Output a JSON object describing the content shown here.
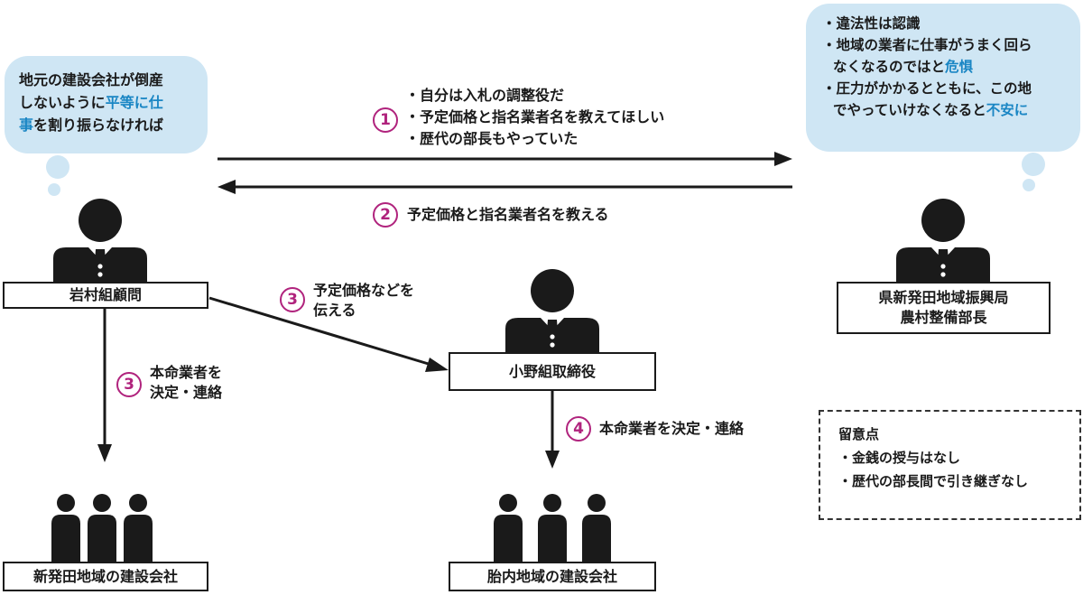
{
  "bubble_left": {
    "line1": "地元の建設会社が倒産",
    "line2_a": "しないように",
    "line2_b": "平等に仕",
    "line3_a": "事",
    "line3_b": "を割り振らなければ"
  },
  "bubble_right": {
    "item1": "・違法性は認識",
    "item2_line1": "・地域の業者に仕事がうまく回ら",
    "item2_line2_a": "なくなるのではと",
    "item2_line2_b": "危惧",
    "item3_line1": "・圧力がかかるとともに、この地",
    "item3_line2_a": "でやっていけなくなると",
    "item3_line2_b": "不安に"
  },
  "nodes": {
    "iwamura": "岩村組顧問",
    "prefecture_line1": "県新発田地域振興局",
    "prefecture_line2": "農村整備部長",
    "ono": "小野組取締役",
    "shibata": "新発田地域の建設会社",
    "tainai": "胎内地域の建設会社"
  },
  "steps": {
    "s1_num": "1",
    "s1_line1": "・自分は入札の調整役だ",
    "s1_line2": "・予定価格と指名業者名を教えてほしい",
    "s1_line3": "・歴代の部長もやっていた",
    "s2_num": "2",
    "s2_text": "予定価格と指名業者名を教える",
    "s3a_num": "3",
    "s3a_line1": "予定価格などを",
    "s3a_line2": "伝える",
    "s3b_num": "3",
    "s3b_line1": "本命業者を",
    "s3b_line2": "決定・連絡",
    "s4_num": "4",
    "s4_text": "本命業者を決定・連絡"
  },
  "notes": {
    "title": "留意点",
    "item1": "・金銭の授与はなし",
    "item2": "・歴代の部長間で引き継ぎなし"
  },
  "colors": {
    "bubble": "#cfe6f4",
    "highlight": "#1a86c4",
    "step_circle": "#b0237d",
    "figure": "#1a1a1a"
  }
}
